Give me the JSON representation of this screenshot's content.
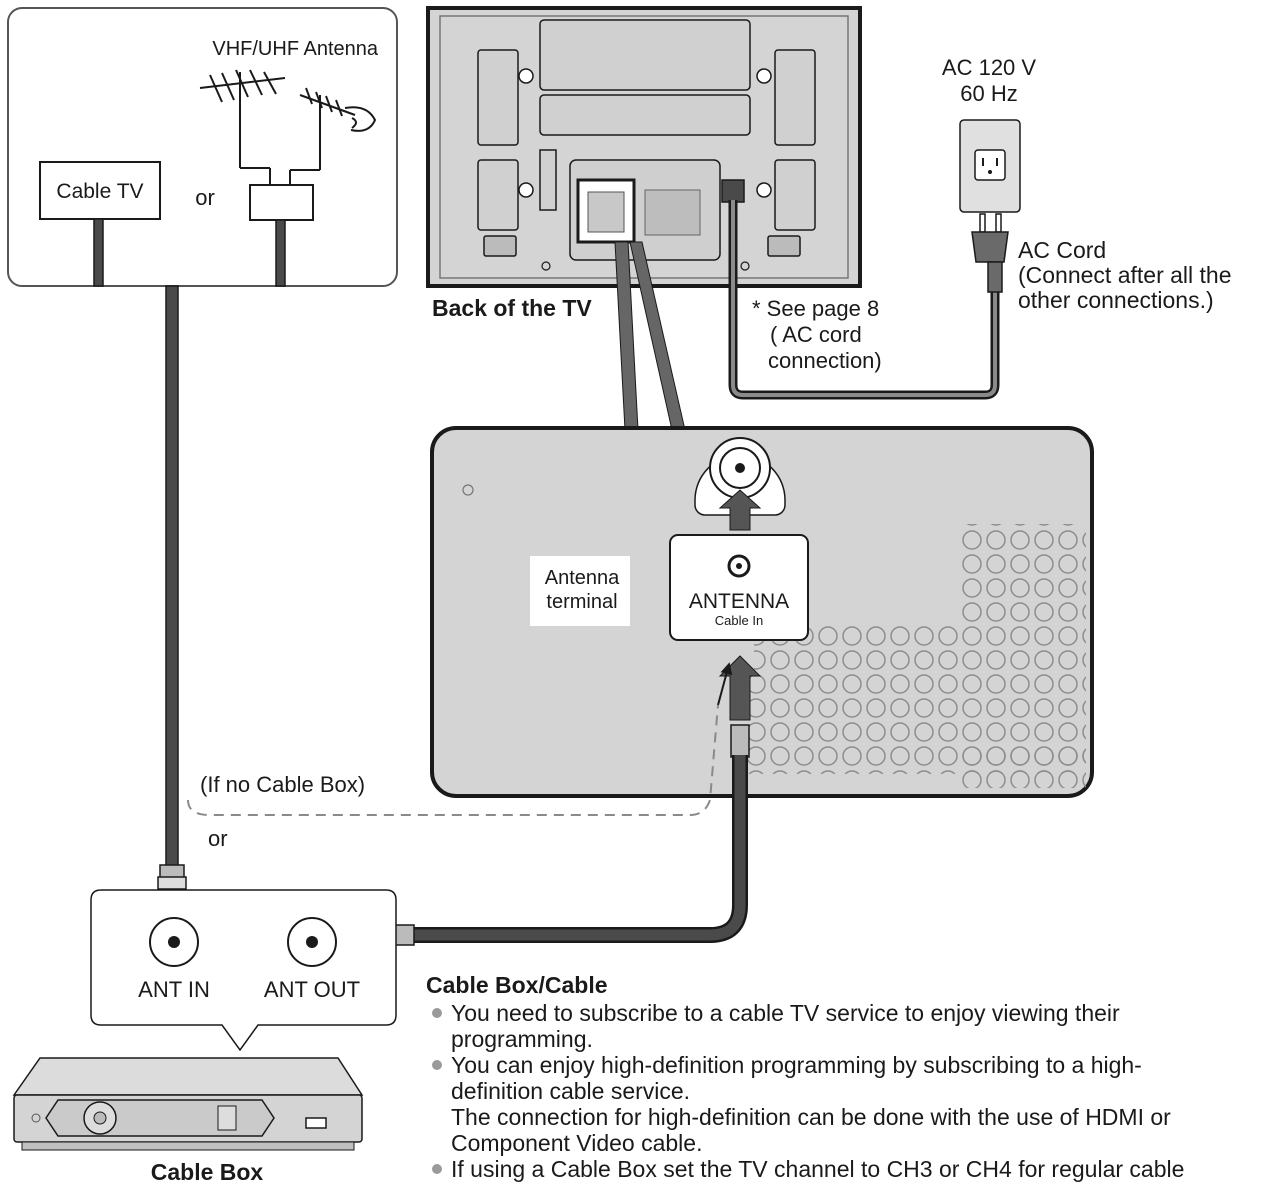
{
  "source_box": {
    "antenna_label": "VHF/UHF Antenna",
    "cable_tv_label": "Cable TV",
    "or_label": "or"
  },
  "tv": {
    "back_label": "Back of the TV",
    "see_page_note": [
      "* See page 8",
      "( AC cord",
      "connection)"
    ]
  },
  "power": {
    "ac_spec": [
      "AC 120 V",
      "60 Hz"
    ],
    "ac_cord": [
      "AC Cord",
      "(Connect after all the",
      "other connections.)"
    ]
  },
  "terminal_panel": {
    "antenna_terminal": [
      "Antenna",
      "terminal"
    ],
    "antenna_label": "ANTENNA",
    "cable_in_label": "Cable In"
  },
  "connection": {
    "no_cable_box": "(If no Cable Box)",
    "or_label": "or"
  },
  "cable_box": {
    "ant_in": "ANT IN",
    "ant_out": "ANT OUT",
    "label": "Cable Box"
  },
  "notes": {
    "heading": "Cable Box/Cable",
    "bullet1": [
      "You need to subscribe to a cable TV service to enjoy viewing their",
      "programming."
    ],
    "bullet2": [
      "You can enjoy high-definition programming by subscribing to a high-",
      "definition cable service."
    ],
    "extra": [
      "The connection for high-definition can be done with the use of HDMI or",
      "Component Video cable."
    ],
    "bullet3": "If using a Cable Box set the TV channel to CH3 or CH4 for regular cable"
  },
  "colors": {
    "line": "#1a1a1a",
    "panel_fill": "#d4d4d4",
    "cable_fill": "#4a4a4a",
    "dashed": "#8a8a8a"
  }
}
